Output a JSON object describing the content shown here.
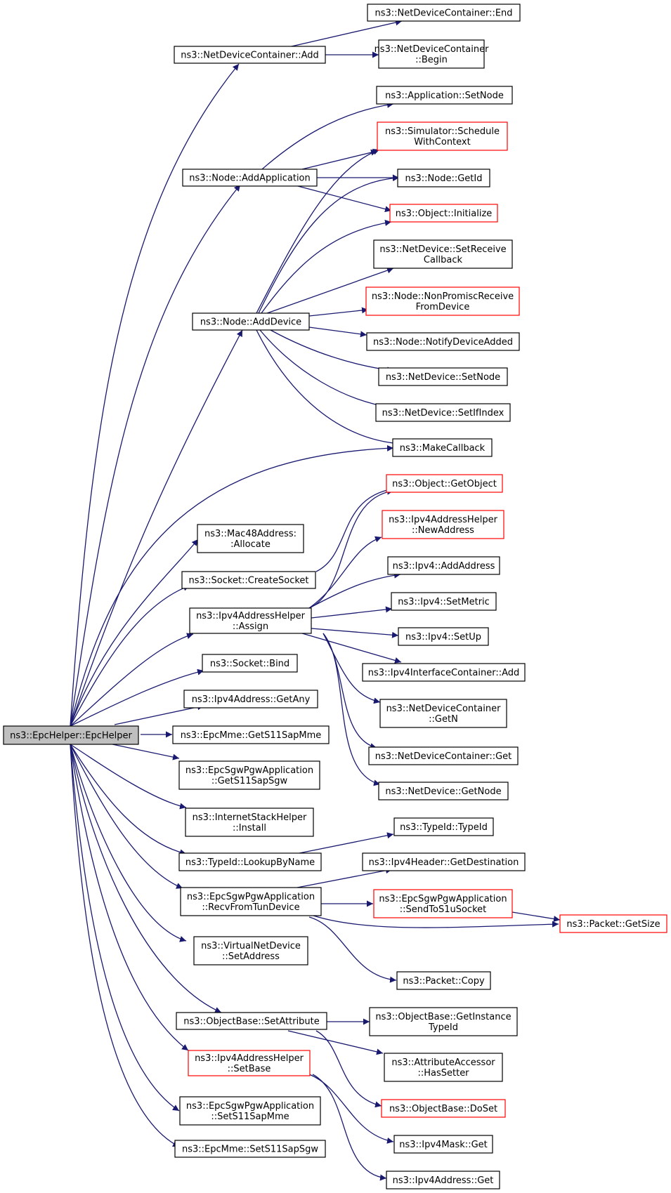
{
  "colors": {
    "edge": "#191970",
    "border": "#000000",
    "truncated_border": "#ff0000",
    "root_fill": "#bfbfbf",
    "background": "#ffffff"
  },
  "nodes": {
    "root": [
      "ns3::EpcHelper::EpcHelper"
    ],
    "ndc_add": [
      "ns3::NetDeviceContainer::Add"
    ],
    "ndc_end": [
      "ns3::NetDeviceContainer::End"
    ],
    "ndc_begin": [
      "ns3::NetDeviceContainer",
      "::Begin"
    ],
    "app_setnode": [
      "ns3::Application::SetNode"
    ],
    "sim_schedule": [
      "ns3::Simulator::Schedule",
      "WithContext"
    ],
    "node_addapp": [
      "ns3::Node::AddApplication"
    ],
    "node_getid": [
      "ns3::Node::GetId"
    ],
    "obj_init": [
      "ns3::Object::Initialize"
    ],
    "nd_setreceive": [
      "ns3::NetDevice::SetReceive",
      "Callback"
    ],
    "node_nonpromisc": [
      "ns3::Node::NonPromiscReceive",
      "FromDevice"
    ],
    "node_adddevice": [
      "ns3::Node::AddDevice"
    ],
    "node_notify": [
      "ns3::Node::NotifyDeviceAdded"
    ],
    "nd_setnode": [
      "ns3::NetDevice::SetNode"
    ],
    "nd_setifindex": [
      "ns3::NetDevice::SetIfIndex"
    ],
    "makecallback": [
      "ns3::MakeCallback"
    ],
    "obj_getobject": [
      "ns3::Object::GetObject"
    ],
    "ipv4helper_newaddr": [
      "ns3::Ipv4AddressHelper",
      "::NewAddress"
    ],
    "mac48_allocate": [
      "ns3::Mac48Address:",
      ":Allocate"
    ],
    "ipv4_addaddress": [
      "ns3::Ipv4::AddAddress"
    ],
    "socket_create": [
      "ns3::Socket::CreateSocket"
    ],
    "ipv4_setmetric": [
      "ns3::Ipv4::SetMetric"
    ],
    "ipv4helper_assign": [
      "ns3::Ipv4AddressHelper",
      "::Assign"
    ],
    "ipv4_setup": [
      "ns3::Ipv4::SetUp"
    ],
    "socket_bind": [
      "ns3::Socket::Bind"
    ],
    "ipv4ic_add": [
      "ns3::Ipv4InterfaceContainer::Add"
    ],
    "ipv4addr_getany": [
      "ns3::Ipv4Address::GetAny"
    ],
    "ndc_getn": [
      "ns3::NetDeviceContainer",
      "::GetN"
    ],
    "epcmme_gets11": [
      "ns3::EpcMme::GetS11SapMme"
    ],
    "ndc_get": [
      "ns3::NetDeviceContainer::Get"
    ],
    "sgw_gets11": [
      "ns3::EpcSgwPgwApplication",
      "::GetS11SapSgw"
    ],
    "nd_getnode": [
      "ns3::NetDevice::GetNode"
    ],
    "ish_install": [
      "ns3::InternetStackHelper",
      "::Install"
    ],
    "typeid_typeid": [
      "ns3::TypeId::TypeId"
    ],
    "typeid_lookup": [
      "ns3::TypeId::LookupByName"
    ],
    "ipv4hdr_getdest": [
      "ns3::Ipv4Header::GetDestination"
    ],
    "sgw_recv": [
      "ns3::EpcSgwPgwApplication",
      "::RecvFromTunDevice"
    ],
    "sgw_send": [
      "ns3::EpcSgwPgwApplication",
      "::SendToS1uSocket"
    ],
    "packet_getsize": [
      "ns3::Packet::GetSize"
    ],
    "vnd_setaddr": [
      "ns3::VirtualNetDevice",
      "::SetAddress"
    ],
    "packet_copy": [
      "ns3::Packet::Copy"
    ],
    "ob_setattr": [
      "ns3::ObjectBase::SetAttribute"
    ],
    "ob_getinstance": [
      "ns3::ObjectBase::GetInstance",
      "TypeId"
    ],
    "aa_hassetter": [
      "ns3::AttributeAccessor",
      "::HasSetter"
    ],
    "ipv4helper_setbase": [
      "ns3::Ipv4AddressHelper",
      "::SetBase"
    ],
    "ob_doset": [
      "ns3::ObjectBase::DoSet"
    ],
    "sgw_sets11": [
      "ns3::EpcSgwPgwApplication",
      "::SetS11SapMme"
    ],
    "ipv4mask_get": [
      "ns3::Ipv4Mask::Get"
    ],
    "epcmme_sets11": [
      "ns3::EpcMme::SetS11SapSgw"
    ],
    "ipv4addr_get": [
      "ns3::Ipv4Address::Get"
    ]
  }
}
